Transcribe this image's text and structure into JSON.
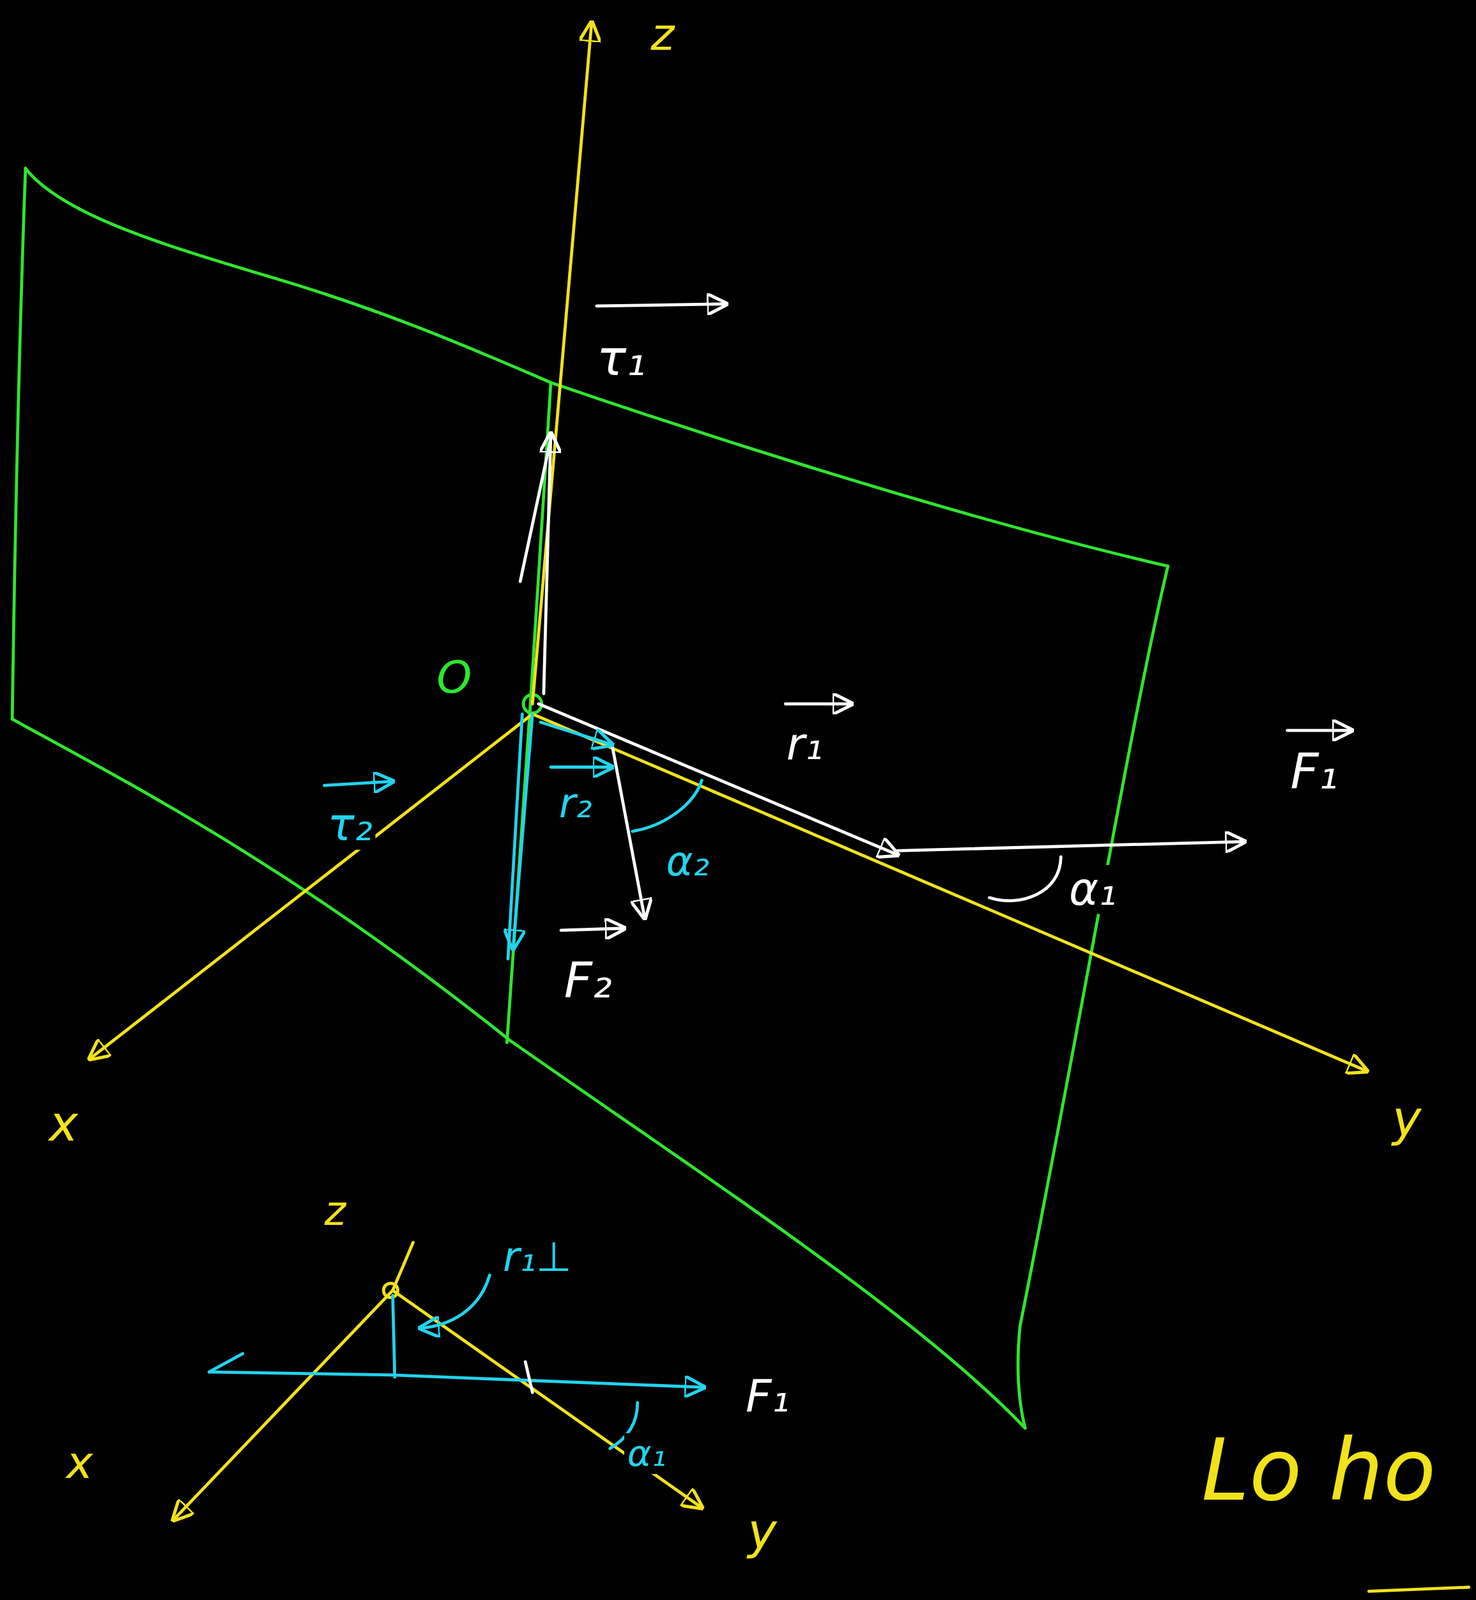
{
  "diagram": {
    "labels": [
      "z",
      "τ₁",
      "O",
      "r₁",
      "F₁",
      "α₁",
      "τ₂",
      "r₂",
      "α₂",
      "F₂",
      "x",
      "y",
      "z",
      "r₁⊥",
      "F₁",
      "α₁",
      "x",
      "y",
      "Lo ho"
    ]
  }
}
